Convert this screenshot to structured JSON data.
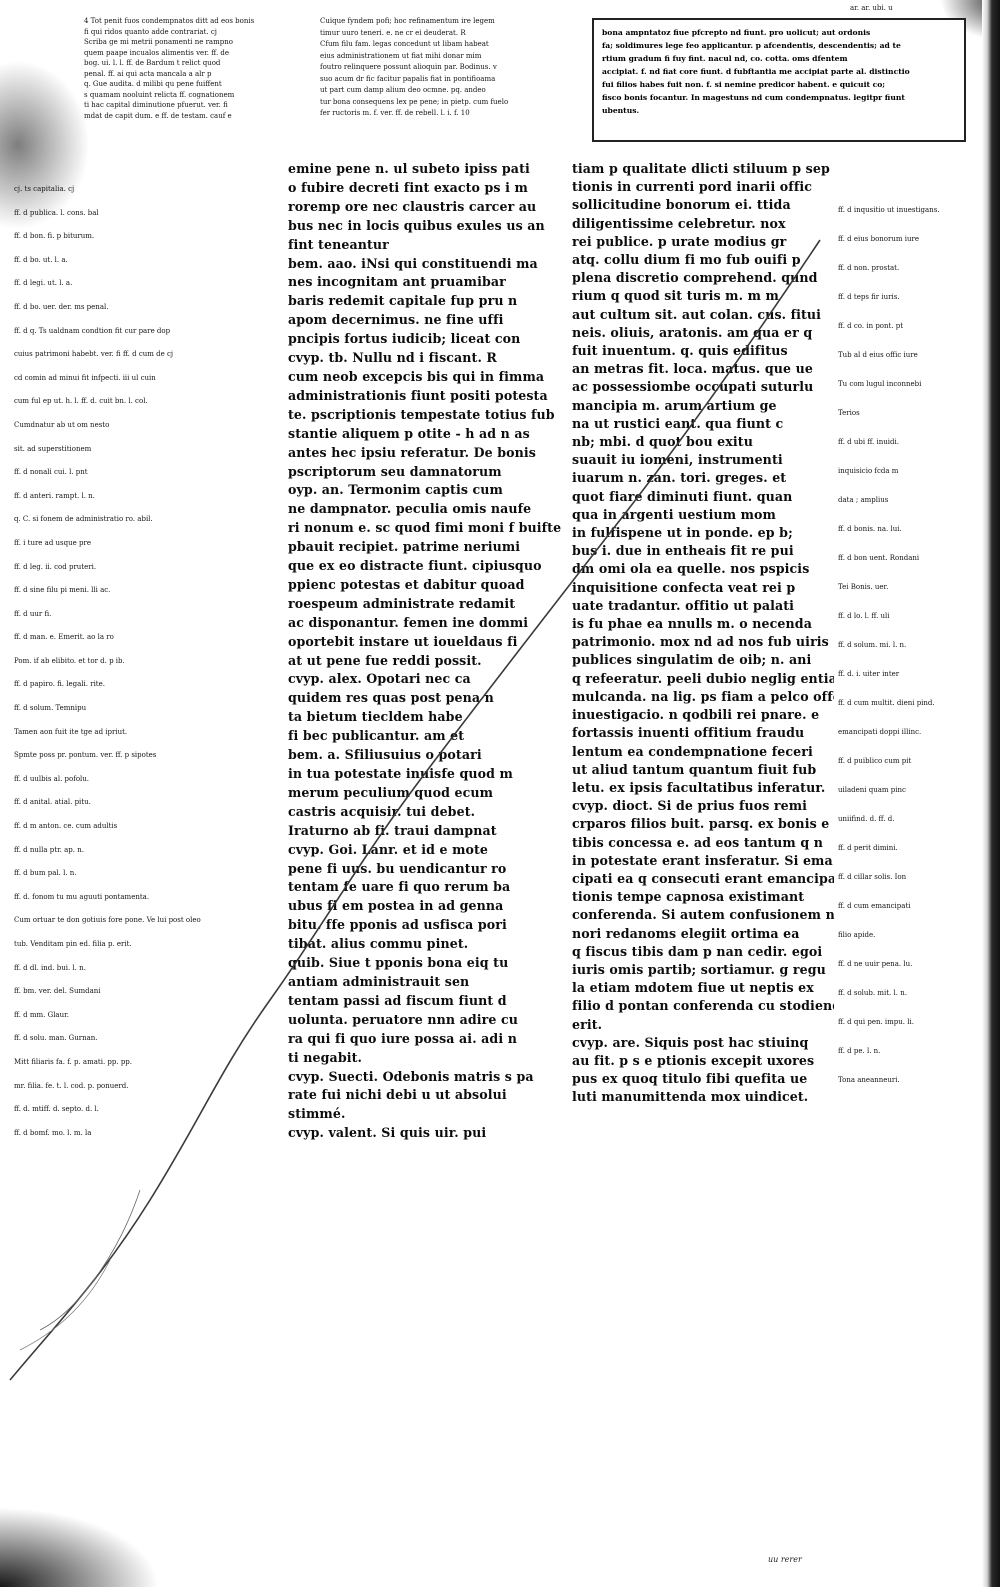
{
  "top_left_gloss": [
    "4 Tot penit fuos condempnatos ditt ad eos bonis",
    "fi qui ridos quanto adde contrariat. cj",
    "Scriba ge mi metrii ponamenti ne rampno",
    "quem paape incualos alimentis ver. ff. de",
    "bog. ui. l. l. ff. de Bardum t relict quod",
    "penal. ff. ai qui acta mancala a alr p",
    "q. Gue audita. d milibi qu pene fuiffent",
    "s quamam nooluint relicta ff. cognationem",
    "ti hac capital diminutione pfuerut. ver. fi",
    "mdat de capit dum. e ff. de testam. cauf e"
  ],
  "top_middle_gloss": [
    "Cuique fyndem pofi; hoc refinamentum ire legem",
    "timur uuro teneri. e. ne cr ei deuderat. R",
    "Cfum filu fam. legas concedunt ut libam habeat",
    "eius administrationem ut fiat mihi donar mim",
    "foutro relinquere possunt alioquin par. Bodinus. v",
    "suo acum dr fic facitur papalis fiat in pontifioama",
    "ut part cum damp alium deo ocmne. pq. andeo",
    "tur bona consequens lex pe pene; in pietp. cum fuelo",
    "fer ructoris m. f. ver. ff. de rebell. l. i. f. 10"
  ],
  "boxed_gloss": [
    "bona ampntatoz fiue pfcrepto nd fiunt. pro uolicut; aut ordonis",
    "fa; soldimures lege feo applicantur. p afcendentis, descendentis; ad te",
    "rtium gradum fi fuy fint. nacul nd, co. cotta. oms dfentem",
    "accipiat. f. nd fiat core fiunt. d fubftantia me accipiat parte al. distinctio",
    "fui filios habes fuit non. f. si nemine predicor habent. e quicuit co;",
    "fisco bonis focantur. In magestuns nd cum condempnatus. legitpr fiunt",
    "ubentus."
  ],
  "main_col1": [
    "emine pene n. ul subeto ipiss pati",
    "o fubire decreti fint exacto ps i m",
    "roremp ore nec claustris carcer au",
    "bus nec in locis quibus exules us an",
    "fint teneantur",
    "bem. aao. iNsi qui constituendi ma",
    "nes incognitam ant pruamibar",
    "baris redemit capitale fup pru n",
    "apom decernimus. ne fine uffi",
    "pncipis fortus iudicib; liceat con",
    "cvyp. tb. Nullu nd i fiscant. R",
    "cum neob excepcis bis qui in fimma",
    "administrationis fiunt positi potesta",
    "te. pscriptionis tempestate totius fub",
    "stantie aliquem p otite - h ad n as",
    "antes hec ipsiu referatur. De bonis",
    "pscriptorum seu damnatorum",
    "oyp. an. Termonim captis cum",
    "ne dampnator. peculia omis naufe",
    "ri nonum e. sc quod fimi moni f buifte",
    "pbauit recipiet. patrime neriumi",
    "que ex eo distracte fiunt. cipiusquo",
    "ppienc potestas et dabitur quoad",
    "roespeum administrate redamit",
    "ac disponantur. femen ine dommi",
    "oportebit instare ut ioueldaus fi",
    "at ut pene fue reddi possit.",
    "cvyp. alex. Opotari nec ca",
    "quidem res quas post pena n",
    "ta bietum tiecldem habe",
    "fi bec publicantur. am et",
    "bem. a. Sfiliusuius o potari",
    "in tua potestate inuisfe quod m",
    "merum peculium quod ecum",
    "castris acquisir. tui debet.",
    "Iraturno ab fi. traui dampnat",
    "cvyp. Goi. Lanr. et id e mote",
    "pene fi uus. bu uendicantur ro",
    "tentam fe uare fi quo rerum ba",
    "ubus fi em postea in ad genna",
    "bitu. ffe pponis ad usfisca pori",
    "tibat. alius commu pinet.",
    "quib. Siue t pponis bona eiq tu",
    "antiam administrauit sen",
    "tentam passi ad fiscum fiunt d",
    "uolunta. peruatore nnn adire cu",
    "ra qui fi quo iure possa ai. adi n",
    "ti negabit.",
    "cvyp. Suecti. Odebonis matris s pa",
    "rate fui nichi debi u ut absolui",
    "stimmé.",
    "cvyp. valent. Si quis uir. pui"
  ],
  "main_col2": [
    "tiam p qualitate dlicti stiluum p sep",
    "tionis in currenti pord inarii offic",
    "sollicitudine bonorum ei. ttida",
    "diligentissime celebretur. nox",
    "rei publice. p urate modius gr",
    "atq. collu dium fi mo fub ouifi p",
    "plena discretio comprehend. qund",
    "rium q quod sit turis m. m m",
    "aut cultum sit. aut colan. cus. fitui",
    "neis. oliuis, aratonis. am qua er q",
    "fuit inuentum. q. quis edifitus",
    "an metras fit. loca. matus. que ue",
    "ac possessiombe occupati suturlu",
    "mancipia m. arum artium ge",
    "na ut rustici eant. qua fiunt c",
    "nb; mbi. d quot bou exitu",
    "suauit iu iomeni, instrumenti",
    "iuarum n. zan. tori. greges. et",
    "quot fiare diminuti fiunt. quan",
    "qua in argenti uestium mom",
    "in fulfispene ut in ponde. ep b;",
    "bus i. due in entheais fit re pui",
    "dm omi ola ea quelle. nos pspicis",
    "inquisitione confecta veat rei p",
    "uate tradantur. offitio ut palati",
    "is fu phae ea nnulls m. o necenda",
    "patrimonio. mox nd ad nos fub uiris",
    "publices singulatim de oib; n. ani",
    "q refeeratur. peeli dubio neglig entia",
    "mulcanda. na lig. ps fiam a pelco offo",
    "inuestigacio. n qodbili rei pnare. e",
    "fortassis inuenti offitium fraudu",
    "lentum ea condempnatione feceri",
    "ut aliud tantum quantum fiuit fub",
    "letu. ex ipsis facultatibus inferatur.",
    "cvyp. dioct. Si de prius fuos remi",
    "crparos filios buit. parsq. ex bonis e",
    "tibis concessa e. ad eos tantum q n",
    "in potestate erant insferatur. Si ema",
    "cipati ea q consecuti erant emancipa",
    "tionis tempe capnosa existimant",
    "conferenda. Si autem confusionem no",
    "nori redanoms elegiit ortima ea",
    "q fiscus tibis dam p nan cedir. egoi",
    "iuris omis partib; sortiamur. g regu",
    "la etiam mdotem fiue ut neptis ex",
    "filio d pontan conferenda cu stodienda",
    "erit.",
    "cvyp. are. Siquis post hac stiuinq",
    "au fit. p s e ptionis excepit uxores",
    "pus ex quoq titulo fibi quefita ue",
    "luti manumittenda mox uindicet."
  ],
  "left_margin_glosses": [
    "cj. ts capitalia. cj",
    "ff. d publica. l. cons. bal",
    "ff. d bon. fi. p biturum.",
    "ff. d bo. ut. l. a.",
    "ff. d legi. ut. l. a.",
    "ff. d bo. uer. der. ms penal.",
    "ff. d q. Ts ualdnam condtion fit cur pare dop",
    "cuius patrimoni habebt. ver. fi ff. d cum de cj",
    "cd comin ad minui fit infpecti. iii ul cuin",
    "cum ful ep ut. h. l. ff. d. cuit bn. l. col.",
    "Cumdnatur ab ut om nesto",
    "sit. ad superstitionem",
    "ff. d nonali cui. l. pnt",
    "ff. d anteri. rampt. l. n.",
    "q. C. si fonem de administratio ro. abil.",
    "ff. i ture ad usque pre",
    "ff. d leg. ii. cod pruteri.",
    "ff. d sine filu pi meni. lli ac.",
    "ff. d uur fi.",
    "ff. d man. e. Emerit. ao la ro",
    "Pom. if ab elibito. et tor d. p ib.",
    "ff. d papiro. fi. legali. rite.",
    "ff. d solum. Temnipu",
    "Tamen aon fuit ite tge ad ipriut.",
    "Spmte poss pr. pontum. ver. ff. p sipotes",
    "ff. d uulbis al. pofolu.",
    "ff. d anital. atial. pitu.",
    "ff. d m anton. ce. cum adultis",
    "ff. d nulla ptr. ap. n.",
    "ff. d bum pal. l. n.",
    "ff. d. fonom tu mu aguuti pontamenta.",
    "Cum ortuar te don gotiuis fore pone. Ve lui post oleo",
    "tub. Venditam pin ed. filia p. erit.",
    "ff. d dl. ind. bui. l. n.",
    "ff. bm. ver. del. Sumdani",
    "ff. d mm. Glaur.",
    "ff. d solu. man. Gurnan.",
    "Mitt filiaris fa. f. p. amati. pp. pp.",
    "mr. filia. fe. t. l. cod. p. ponuerd.",
    "ff. d. mtiff. d. septo. d. l.",
    "ff. d bomf. mo. l. m. la"
  ],
  "right_margin_glosses": [
    "ff. d inqusitio ut inuestigans.",
    "ff. d eius bonorum iure",
    "ff. d non. prostat.",
    "ff. d teps fir iuris.",
    "ff. d co. in pont. pt",
    "Tub al d eius offic iure",
    "Tu com lugul inconnebi",
    "Terios",
    "ff. d ubi ff. inuidi.",
    "inquisicio fcda m",
    "data ; amplius",
    "ff. d bonis. na. lui.",
    "ff. d bon uent. Rondani",
    "Tei Bonis. uer.",
    "ff. d lo. l. ff. uli",
    "ff. d solum. mi. l. n.",
    "ff. d. i. uiter inter",
    "ff. d cum multit. dieni pind.",
    "emancipati doppi illinc.",
    "ff. d puiblico cum pit",
    "uiladeni quam pinc",
    "uniifind. d. ff. d.",
    "ff. d perit dimini.",
    "ff. d cillar solis. Ion",
    "ff. d cum emancipati",
    "filio apide.",
    "ff. d ne uuir pena. lu.",
    "ff. d solub. mit. l. n.",
    "ff. d qui pen. impu. li.",
    "ff. d pe. l. n.",
    "Tona aneanneuri."
  ],
  "top_right_note": "ar. ar. ubi. u",
  "footer_note": "uu rerer"
}
